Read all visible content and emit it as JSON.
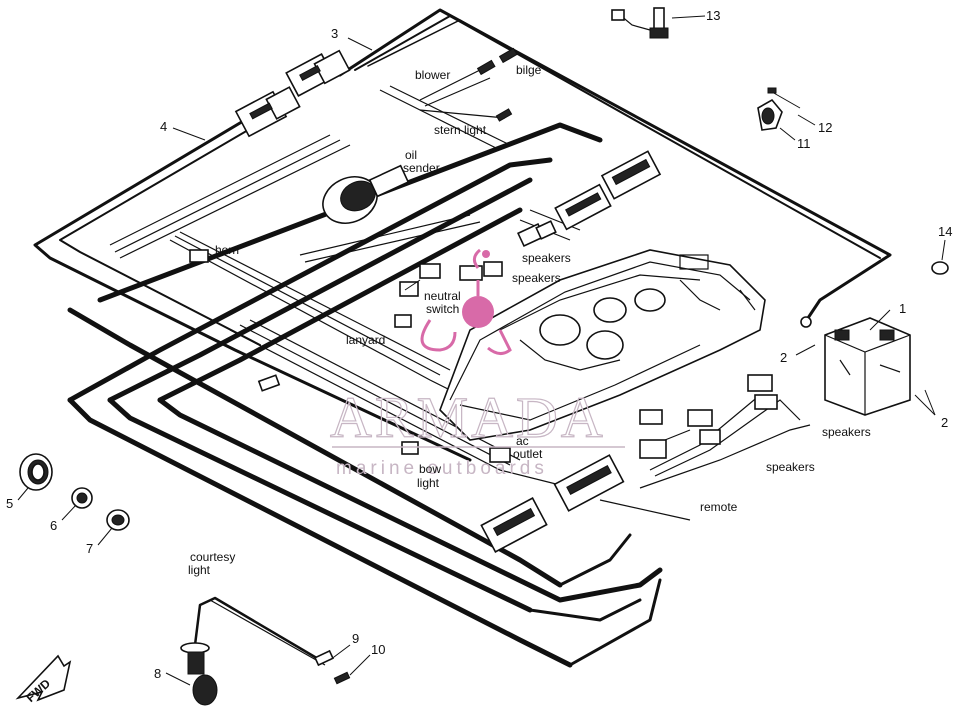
{
  "labels": {
    "blower": "blower",
    "bilge": "bilge",
    "stern_light": "stern light",
    "oil_sender_1": "oil",
    "oil_sender_2": "sender",
    "horn": "horn",
    "speakers_top": "speakers",
    "speakers_mid": "speakers",
    "neutral_switch_1": "neutral",
    "neutral_switch_2": "switch",
    "lanyard": "lanyard",
    "ac_outlet_1": "ac",
    "ac_outlet_2": "outlet",
    "bow_light_1": "bow",
    "bow_light_2": "light",
    "speakers_right": "speakers",
    "speakers_lower": "speakers",
    "remote": "remote",
    "courtesy_light_1": "courtesy",
    "courtesy_light_2": "light",
    "fwd": "FWD"
  },
  "callouts": {
    "n1": "1",
    "n2a": "2",
    "n2b": "2",
    "n3": "3",
    "n4": "4",
    "n5": "5",
    "n6": "6",
    "n7": "7",
    "n8": "8",
    "n9": "9",
    "n10": "10",
    "n11": "11",
    "n12": "12",
    "n13": "13",
    "n14": "14"
  },
  "watermark": {
    "brand": "ARMADA",
    "tagline": "marine outboards"
  },
  "colors": {
    "ink": "#111111",
    "watermark": "#c7b6c4",
    "logo_pink": "#d86aa8"
  }
}
